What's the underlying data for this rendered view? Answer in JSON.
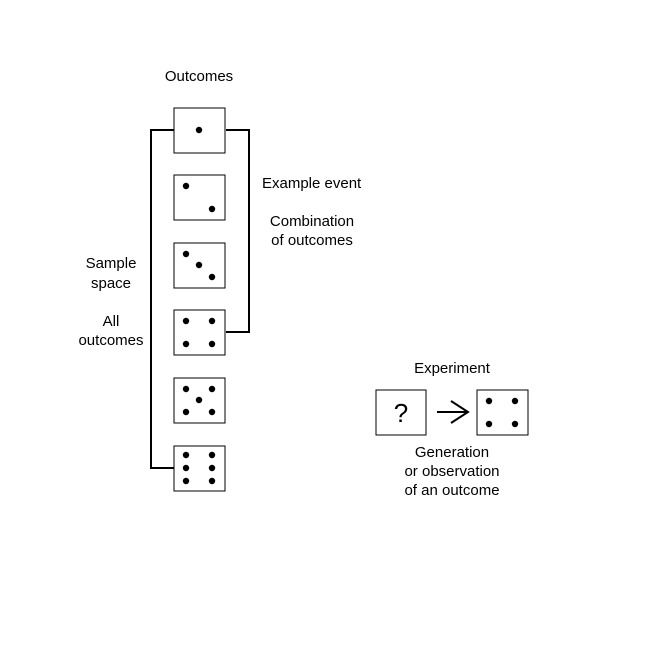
{
  "outcomes_label": "Outcomes",
  "example_event": {
    "title": "Example event",
    "description_line1": "Combination",
    "description_line2": "of outcomes"
  },
  "sample_space": {
    "title_line1": "Sample",
    "title_line2": "space",
    "description_line1": "All",
    "description_line2": "outcomes"
  },
  "experiment": {
    "title": "Experiment",
    "unknown_symbol": "?",
    "result_face": 4,
    "description_line1": "Generation",
    "description_line2": "or observation",
    "description_line3": "of an outcome"
  },
  "outcome_faces": [
    1,
    2,
    3,
    4,
    5,
    6
  ],
  "event_faces": [
    1,
    2,
    3,
    4
  ],
  "colors": {
    "stroke": "#000000",
    "background": "#ffffff"
  }
}
